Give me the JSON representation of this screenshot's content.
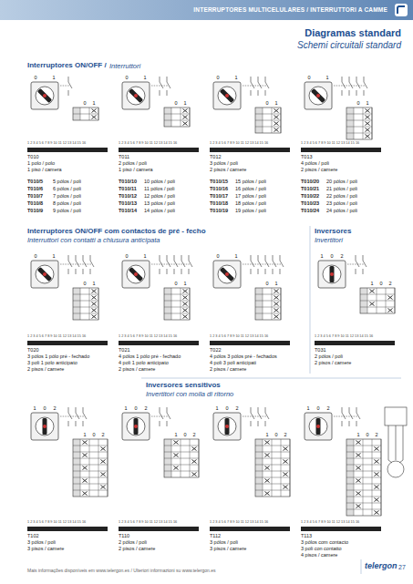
{
  "diagram": {
    "title": "Diagramas standard",
    "labels": [
      "INTERRUPTORES MULTICELULARES / INTERRUTTORI A CAMME",
      "Schemi circuitali standard",
      "Interruptores ON/OFF /",
      "Interruttori",
      "0",
      "1",
      "0",
      "1",
      "1 2 3 4 5 6 7 8 9 10 11 12 13 14 15 16",
      "T010",
      "1 polo / polo",
      "1 piso / camera",
      "0",
      "1",
      "0",
      "1",
      "1 2 3 4 5 6 7 8 9 10 11 12 13 14 15 16",
      "T011",
      "2 pólos / poli",
      "1 piso / camera",
      "0",
      "1",
      "0",
      "1",
      "1 2 3 4 5 6 7 8 9 10 11 12 13 14 15 16",
      "T012",
      "3 pólos / poli",
      "2 pisos / camere",
      "0",
      "1",
      "0",
      "1",
      "1 2 3 4 5 6 7 8 9 10 11 12 13 14 15 16",
      "T013",
      "4 pólos / poli",
      "2 pisos / camere",
      "T010/5",
      "5 pólos / poli",
      "T010/6",
      "6 pólos / poli",
      "T010/7",
      "7 pólos / poli",
      "T010/8",
      "8 pólos / poli",
      "T010/9",
      "9 pólos / poli",
      "T010/10",
      "10 pólos / poli",
      "T010/11",
      "11 pólos / poli",
      "T010/12",
      "12 pólos / poli",
      "T010/13",
      "13 pólos / poli",
      "T010/14",
      "14 pólos / poli",
      "T010/15",
      "15 pólos / poli",
      "T010/16",
      "16 pólos / poli",
      "T010/17",
      "17 pólos / poli",
      "T010/18",
      "18 pólos / poli",
      "T010/19",
      "19 pólos / poli",
      "T010/20",
      "20 pólos / poli",
      "T010/21",
      "21 pólos / poli",
      "T010/22",
      "22 pólos / poli",
      "T010/23",
      "23 pólos / poli",
      "T010/24",
      "24 pólos / poli",
      "Interruptores ON/OFF com contactos de pré - fecho",
      "Interruttori con contatti a chiusura anticipata",
      "Inversores",
      "Invertitori",
      "0",
      "1",
      "0",
      "1",
      "1 2 3 4 5 6 7 8 9 10 11 12 13 14 15 16",
      "T020",
      "3 pólos 1 pólo pré - fechado",
      "3 poli 1 polo anticipato",
      "2 pisos / camere",
      "0",
      "1",
      "0",
      "1",
      "1 2 3 4 5 6 7 8 9 10 11 12 13 14 15 16",
      "T021",
      "4 pólos 1 pólo pré - fechado",
      "4 poli 1 polo anticipato",
      "2 pisos / camere",
      "0",
      "1",
      "0",
      "1",
      "1 2 3 4 5 6 7 8 9 10 11 12 13 14 15 16",
      "T022",
      "4 pólos 3 pólos pré - fechados",
      "4 poli 3 poli anticipati",
      "2 pisos / camere",
      "1",
      "0",
      "2",
      "1",
      "0",
      "2",
      "1 2 3 4 5 6 7 8 9 10 11 12 13 14 15 16",
      "T031",
      "2 pólos / poli",
      "2 pisos / camere",
      "Inversores sensitivos",
      "Invertitori con molla di ritorno",
      "1",
      "0",
      "2",
      "1",
      "0",
      "2",
      "1 2 3 4 5 6 7 8 9 10 11 12 13 14 15 16",
      "T102",
      "3 pólos / poli",
      "3 pisos / camere",
      "1",
      "0",
      "2",
      "1",
      "0",
      "2",
      "1 2 3 4 5 6 7 8 9 10 11 12 13 14 15 16",
      "T110",
      "2 pólos / poli",
      "2 pisos / camere",
      "1",
      "0",
      "2",
      "1",
      "0",
      "2",
      "1 2 3 4 5 6 7 8 9 10 11 12 13 14 15 16",
      "T112",
      "3 pólos / poli",
      "3 pisos / camere",
      "1",
      "0",
      "2",
      "1",
      "0",
      "2",
      "1 2 3 4 5 6 7 8 9 10 11 12 13 14 15 16",
      "T113",
      "3 pólos com contacto",
      "3 poli con contatto",
      "4 pisos / camere",
      "Mais informações disponíveis em www.telergon.es / Ulteriori informazioni su www.telergon.es",
      "telergon",
      "27"
    ]
  }
}
